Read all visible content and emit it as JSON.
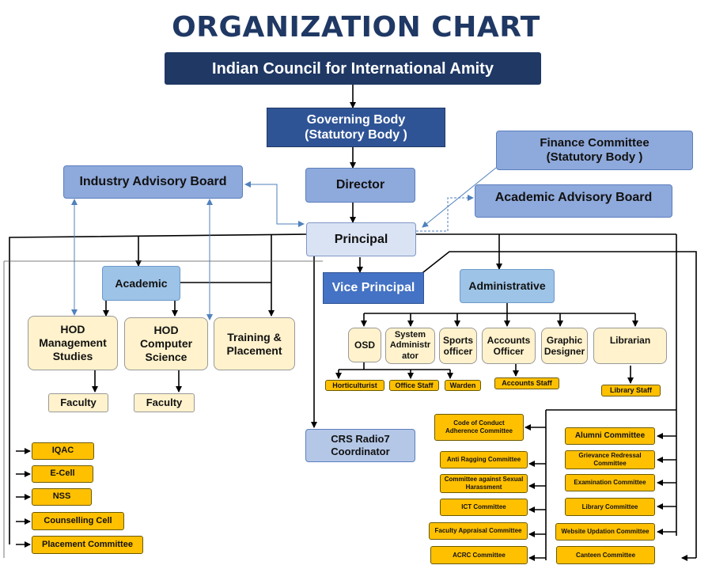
{
  "title": "ORGANIZATION CHART",
  "nodes": {
    "council": "Indian Council for International Amity",
    "governing_body": "Governing Body\n(Statutory Body )",
    "finance_committee": "Finance Committee\n(Statutory Body )",
    "industry_board": "Industry Advisory Board",
    "director": "Director",
    "academic_board": "Academic Advisory Board",
    "principal": "Principal",
    "academic": "Academic",
    "vice_principal": "Vice Principal",
    "administrative": "Administrative",
    "hod_mgmt": "HOD\nManagement\nStudies",
    "hod_cs": "HOD\nComputer\nScience",
    "training": "Training &\nPlacement",
    "faculty_1": "Faculty",
    "faculty_2": "Faculty",
    "osd": "OSD",
    "sysadmin": "System\nAdministr\nator",
    "sports": "Sports\nofficer",
    "accounts_officer": "Accounts\nOfficer",
    "graphic": "Graphic\nDesigner",
    "librarian": "Librarian",
    "horticulturist": "Horticulturist",
    "office_staff": "Office Staff",
    "warden": "Warden",
    "accounts_staff": "Accounts Staff",
    "library_staff": "Library Staff",
    "crs_radio": "CRS Radio7\nCoordinator"
  },
  "left_committees": [
    "IQAC",
    "E-Cell",
    "NSS",
    "Counselling Cell",
    "Placement Committee"
  ],
  "middle_committees": [
    "Code of Conduct\nAdherence Committee",
    "Anti Ragging  Committee",
    "Committee against  Sexual\nHarassment",
    "ICT Committee",
    "Faculty Appraisal  Committee",
    "ACRC Committee"
  ],
  "right_committees": [
    "Alumni Committee",
    "Grievance Redressal\nCommittee",
    "Examination  Committee",
    "Library Committee",
    "Website Updation Committee",
    "Canteen Committee"
  ]
}
